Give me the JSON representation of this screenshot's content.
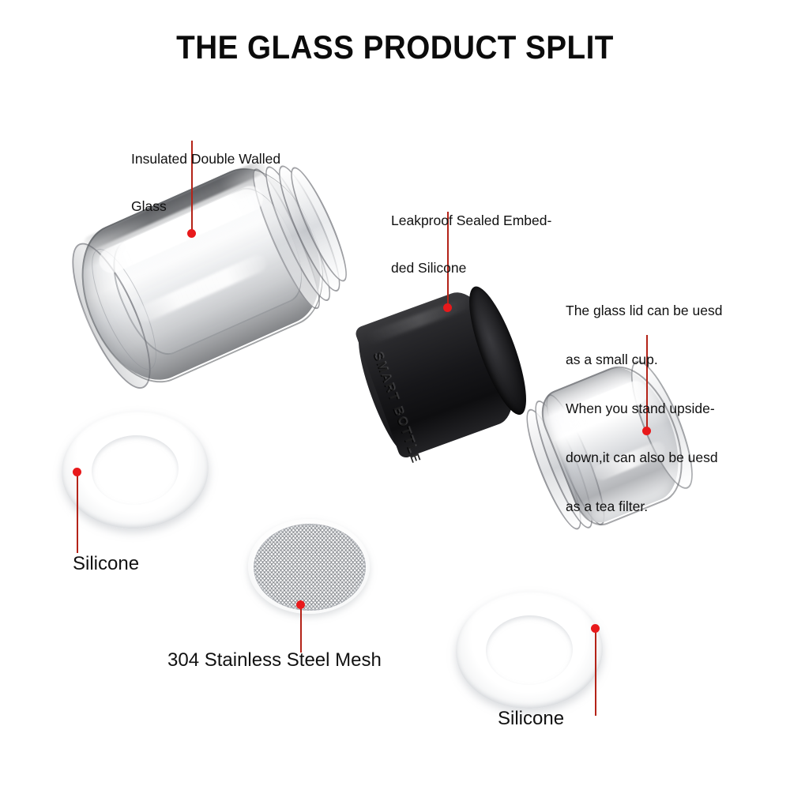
{
  "page": {
    "background": "#ffffff",
    "title": "THE GLASS PRODUCT SPLIT",
    "accent_color": "#e8191b",
    "leader_line_color": "#b42318"
  },
  "callouts": {
    "insulated_glass": {
      "line1": "Insulated Double Walled",
      "line2": "Glass"
    },
    "leakproof_silicone": {
      "line1": "Leakproof Sealed Embed-",
      "line2": "ded Silicone"
    },
    "glass_lid": {
      "line1": "The glass lid can be uesd",
      "line2": "as a small cup.",
      "line3": "When you stand upside-",
      "line4": "down,it can also be uesd",
      "line5": "as a tea filter."
    },
    "silicone_left": "Silicone",
    "mesh": "304 Stainless Steel Mesh",
    "silicone_right": "Silicone"
  },
  "parts": {
    "bottle": {
      "name": "insulated-double-walled-glass-body",
      "material": "clear glass",
      "color": "#f2f3f5"
    },
    "sleeve": {
      "name": "black-silicone-sleeve",
      "embossed_text": "SMART BOTTLE",
      "color": "#17171a"
    },
    "lid": {
      "name": "glass-lid",
      "material": "clear glass",
      "color": "#f4f5f6"
    },
    "ring_left": {
      "name": "silicone-ring",
      "color": "#ffffff"
    },
    "ring_right": {
      "name": "silicone-ring",
      "color": "#ffffff"
    },
    "mesh_disc": {
      "name": "stainless-steel-mesh-disc",
      "color": "#9a9ea4"
    }
  }
}
